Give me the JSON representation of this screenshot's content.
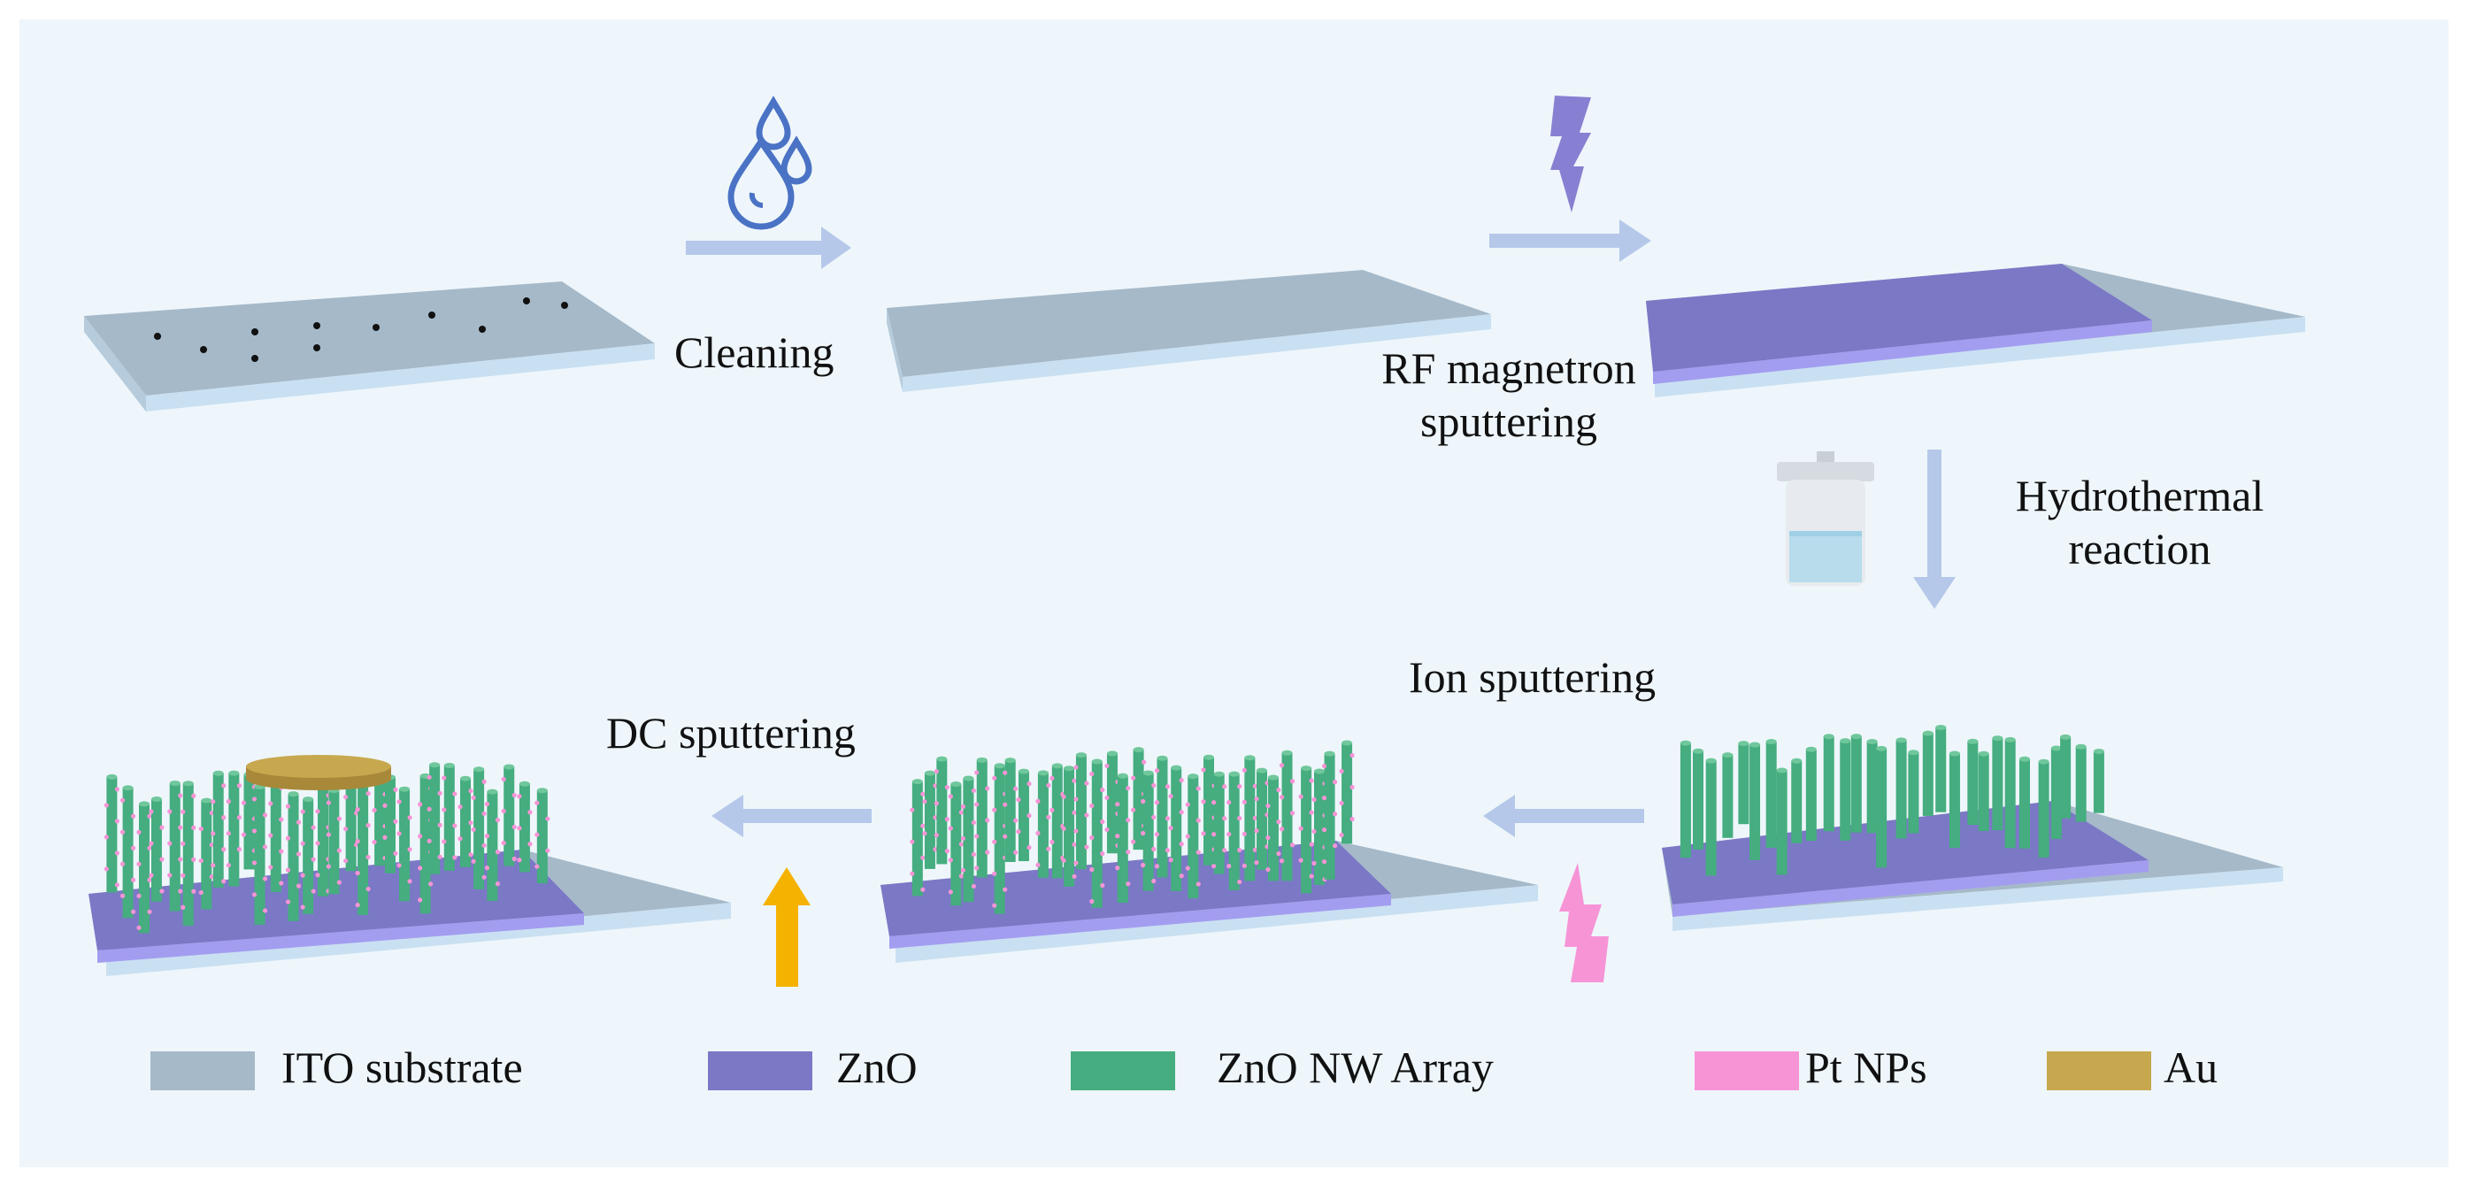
{
  "colors": {
    "background": "#eef6fb",
    "ito": "#a6b9c9",
    "ito_edge": "#c9e0f2",
    "zno": "#7b78c6",
    "zno_edge": "#a39df0",
    "nanowire": "#45ad7f",
    "pt": "#f794d6",
    "au": "#c7a84f",
    "arrow": "#b5c8ea",
    "droplet": "#4a72c5",
    "bolt": "#8780d2",
    "dc_arrow": "#f5b200"
  },
  "steps": {
    "cleaning": "Cleaning",
    "rf_line1": "RF magnetron",
    "rf_line2": "sputtering",
    "hydro_line1": "Hydrothermal",
    "hydro_line2": "reaction",
    "ion": "Ion sputtering",
    "dc": "DC sputtering"
  },
  "legend": [
    {
      "label": "ITO substrate",
      "color": "#a6b9c9"
    },
    {
      "label": "ZnO",
      "color": "#7b78c6"
    },
    {
      "label": "ZnO NW Array",
      "color": "#45ad7f"
    },
    {
      "label": "Pt NPs",
      "color": "#f794d6"
    },
    {
      "label": "Au",
      "color": "#c7a84f"
    }
  ]
}
